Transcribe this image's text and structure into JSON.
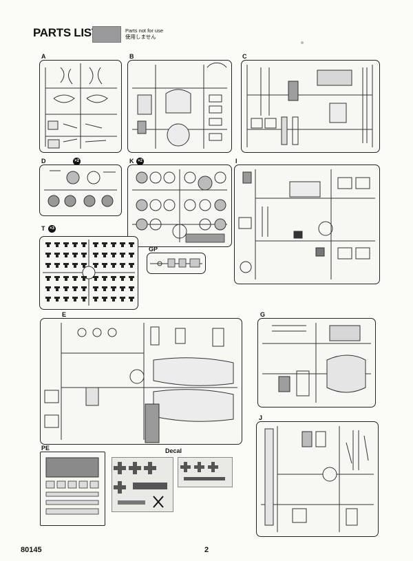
{
  "header": {
    "title": "PARTS LIST",
    "legend_line1": "Parts not for use",
    "legend_line2": "使用しません"
  },
  "sprues": [
    {
      "id": "A",
      "letter": "A",
      "count": ""
    },
    {
      "id": "B",
      "letter": "B",
      "count": ""
    },
    {
      "id": "C",
      "letter": "C",
      "count": ""
    },
    {
      "id": "D",
      "letter": "D",
      "count": "×2"
    },
    {
      "id": "K",
      "letter": "K",
      "count": "×2"
    },
    {
      "id": "I",
      "letter": "I",
      "count": ""
    },
    {
      "id": "T",
      "letter": "T",
      "count": "×3"
    },
    {
      "id": "GP",
      "letter": "GP",
      "count": ""
    },
    {
      "id": "E",
      "letter": "E",
      "count": ""
    },
    {
      "id": "G",
      "letter": "G",
      "count": ""
    },
    {
      "id": "PE",
      "letter": "PE",
      "count": ""
    },
    {
      "id": "J",
      "letter": "J",
      "count": ""
    }
  ],
  "decal": {
    "label": "Decal"
  },
  "footer": {
    "code": "80145",
    "page": "2"
  }
}
